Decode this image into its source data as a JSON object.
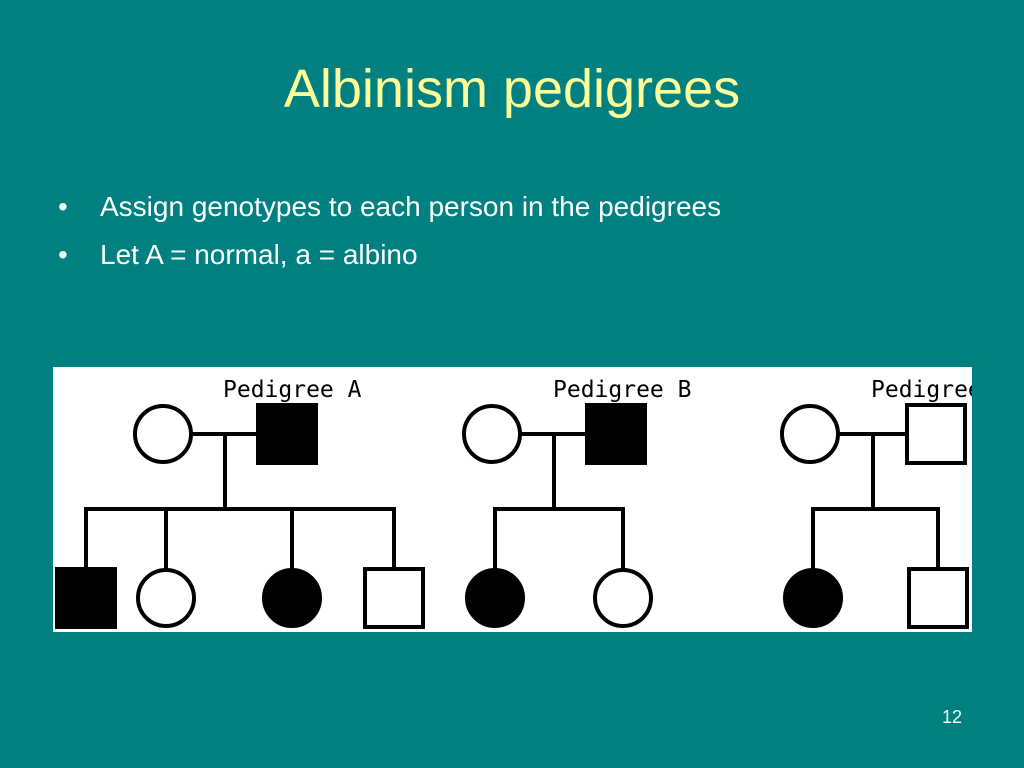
{
  "slide": {
    "title": "Albinism pedigrees",
    "bullets": [
      "Assign genotypes to each person in the pedigrees",
      "Let A = normal, a = albino"
    ],
    "page_number": "12",
    "colors": {
      "background": "#008080",
      "title": "#FFFF99",
      "text": "#FFFFFF",
      "figure_background": "#FFFFFF",
      "affected": "#000000",
      "unaffected": "#FFFFFF"
    }
  },
  "pedigrees": [
    {
      "label": "Pedigree A",
      "parents": [
        {
          "sex": "female",
          "affected": false
        },
        {
          "sex": "male",
          "affected": true
        }
      ],
      "children": [
        {
          "sex": "male",
          "affected": true
        },
        {
          "sex": "female",
          "affected": false
        },
        {
          "sex": "female",
          "affected": true
        },
        {
          "sex": "male",
          "affected": false
        }
      ]
    },
    {
      "label": "Pedigree B",
      "parents": [
        {
          "sex": "female",
          "affected": false
        },
        {
          "sex": "male",
          "affected": true
        }
      ],
      "children": [
        {
          "sex": "female",
          "affected": true
        },
        {
          "sex": "female",
          "affected": false
        }
      ]
    },
    {
      "label": "Pedigree C",
      "parents": [
        {
          "sex": "female",
          "affected": false
        },
        {
          "sex": "male",
          "affected": false
        }
      ],
      "children": [
        {
          "sex": "female",
          "affected": true
        },
        {
          "sex": "male",
          "affected": false
        }
      ]
    }
  ]
}
